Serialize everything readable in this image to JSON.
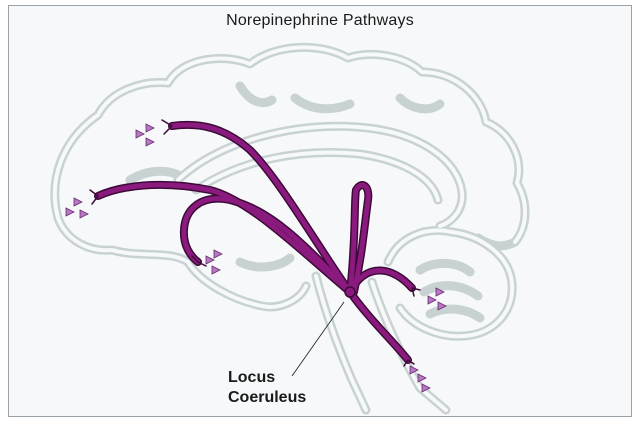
{
  "title": "Norepinephrine Pathways",
  "labels": {
    "locus_line1": "Locus",
    "locus_line2": "Coeruleus"
  },
  "colors": {
    "pathway": "#8b1a7f",
    "pathway_edge": "#3d0a38",
    "brain_outline": "#c8d2d3",
    "terminal": "#b478c4",
    "background": "#f6f8fa"
  }
}
